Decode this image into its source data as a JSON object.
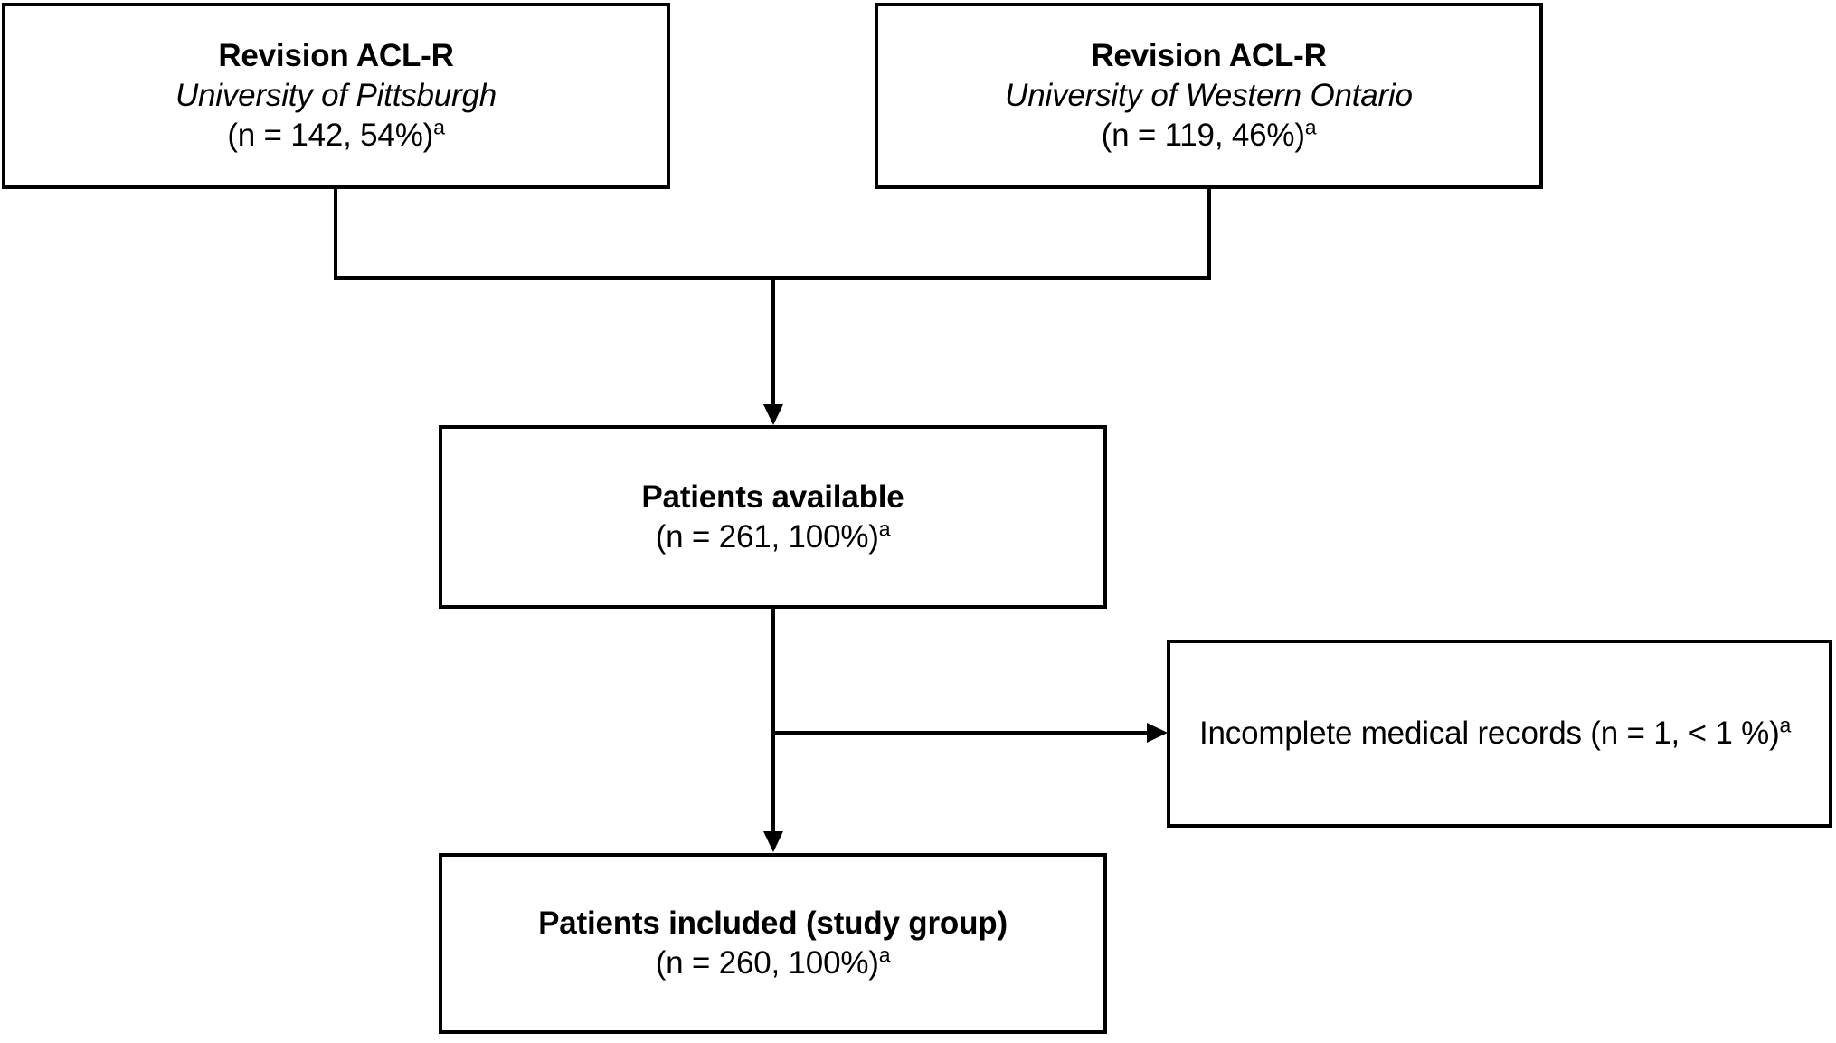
{
  "figure": {
    "type": "flowchart",
    "orientation": "top-down",
    "background_color": "#ffffff",
    "stroke_color": "#000000",
    "footnote_marker": "a"
  },
  "nodes": [
    {
      "id": "source-pittsburgh",
      "title": "Revision ACL-R",
      "subtitle": "University of Pittsburgh",
      "count_line": "(n = 142, 54%)",
      "sup": "a",
      "n": 142,
      "percent": 54
    },
    {
      "id": "source-western-ontario",
      "title": "Revision ACL-R",
      "subtitle": "University of Western Ontario",
      "count_line": "(n = 119, 46%)",
      "sup": "a",
      "n": 119,
      "percent": 46
    },
    {
      "id": "patients-available",
      "title": "Patients available",
      "count_line": "(n = 261, 100%)",
      "sup": "a",
      "n": 261,
      "percent": 100
    },
    {
      "id": "excluded-incomplete-records",
      "title": "Incomplete medical records (n = 1, < 1 %)",
      "sup": "a",
      "n": 1,
      "percent": "< 1"
    },
    {
      "id": "patients-included",
      "title": "Patients included (study group)",
      "count_line": "(n = 260, 100%)",
      "sup": "a",
      "n": 260,
      "percent": 100
    }
  ],
  "edges": [
    {
      "id": "edge-pittsburgh-to-merge",
      "from": "source-pittsburgh",
      "to": "patients-available",
      "arrowhead": false
    },
    {
      "id": "edge-western-to-merge",
      "from": "source-western-ontario",
      "to": "patients-available",
      "arrowhead": false
    },
    {
      "id": "edge-merge-to-available",
      "from": "merge-bar",
      "to": "patients-available",
      "arrowhead": true,
      "direction": "down"
    },
    {
      "id": "edge-available-to-excluded",
      "from": "patients-available",
      "to": "excluded-incomplete-records",
      "arrowhead": true,
      "direction": "right"
    },
    {
      "id": "edge-available-to-included",
      "from": "patients-available",
      "to": "patients-included",
      "arrowhead": true,
      "direction": "down"
    }
  ]
}
